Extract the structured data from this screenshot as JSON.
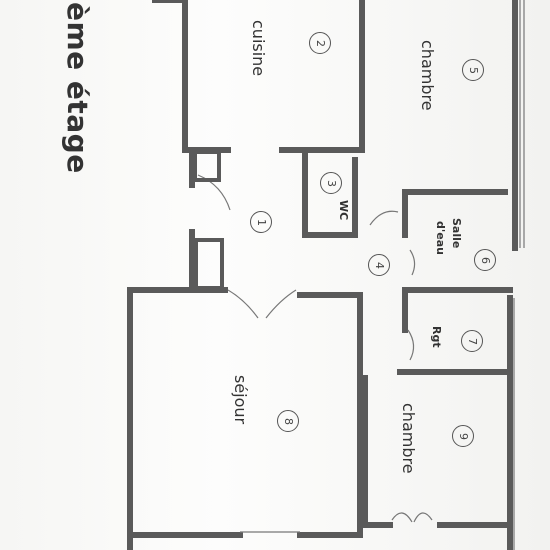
{
  "plan": {
    "heading": "ème étage",
    "rooms": [
      {
        "id": "cuisine",
        "name": "cuisine",
        "number": "2"
      },
      {
        "id": "chambre-a",
        "name": "chambre",
        "number": "5"
      },
      {
        "id": "wc",
        "name": "WC",
        "number": "3"
      },
      {
        "id": "entree",
        "name": "",
        "number": "1"
      },
      {
        "id": "degagement",
        "name": "",
        "number": "4"
      },
      {
        "id": "salle-eau",
        "name": "Salle\nd'eau",
        "name_line1": "Salle",
        "name_line2": "d'eau",
        "number": "6"
      },
      {
        "id": "rgt",
        "name": "Rgt",
        "number": "7"
      },
      {
        "id": "sejour",
        "name": "séjour",
        "number": "8"
      },
      {
        "id": "chambre-b",
        "name": "chambre",
        "number": "9"
      }
    ],
    "colors": {
      "wall": "#5a5a5a",
      "ink": "#333333"
    }
  }
}
